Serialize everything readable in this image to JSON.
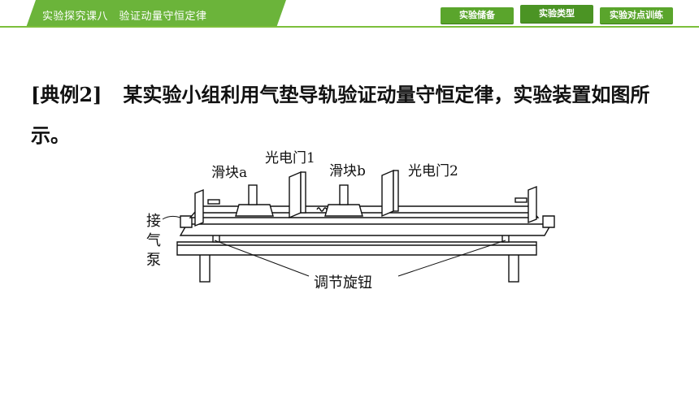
{
  "header": {
    "title": "实验探究课八　验证动量守恒定律",
    "tabs": [
      {
        "label": "实验储备",
        "active": false
      },
      {
        "label": "实验类型",
        "active": true
      },
      {
        "label": "实验对点训练",
        "active": false
      }
    ]
  },
  "colors": {
    "accent": "#6bb43a",
    "tab": "#5aa52c",
    "text": "#111111"
  },
  "example": {
    "tag": "[典例2]",
    "text": "某实验小组利用气垫导轨验证动量守恒定律，实验装置如图所示。"
  },
  "figure": {
    "label_gate1": "光电门1",
    "label_gate2": "光电门2",
    "label_slider_a": "滑块a",
    "label_slider_b": "滑块b",
    "label_pump": [
      "接",
      "气",
      "泵"
    ],
    "label_knob": "调节旋钮"
  }
}
